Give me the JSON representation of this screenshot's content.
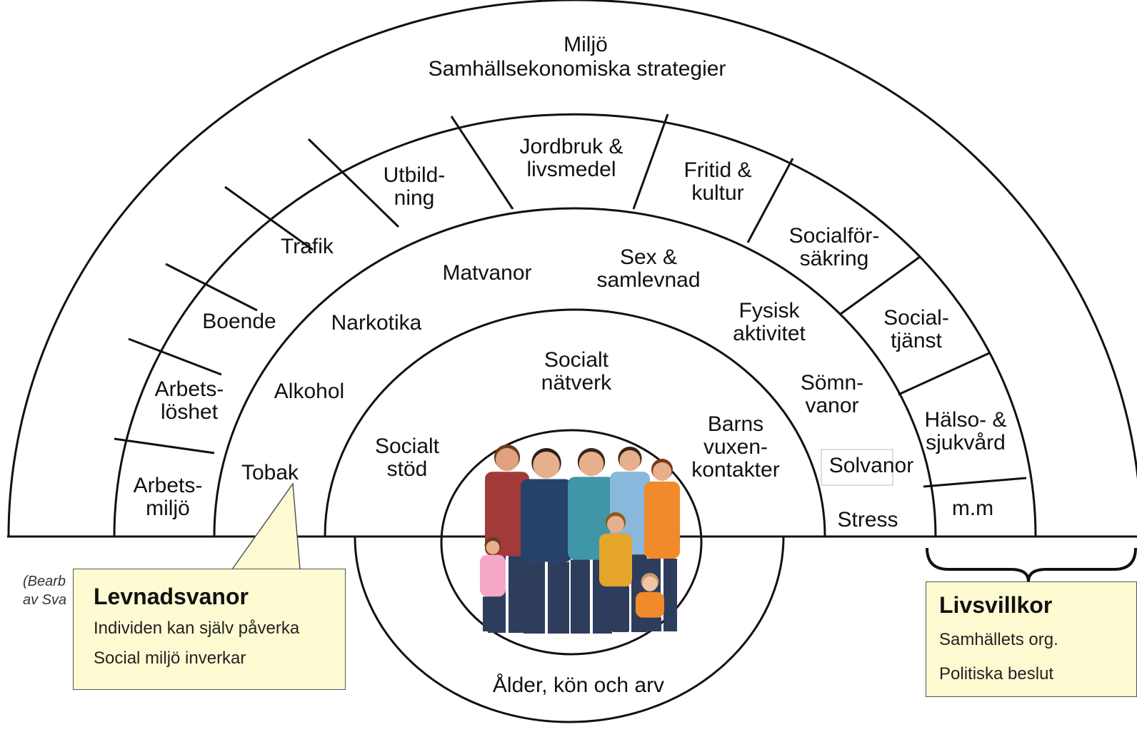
{
  "outer_arc": {
    "line1": "Miljö",
    "line2": "Samhällsekonomiska strategier"
  },
  "livsvillkor_segments": [
    [
      "Arbets-",
      "miljö"
    ],
    [
      "Arbets-",
      "löshet"
    ],
    [
      "Boende"
    ],
    [
      "Trafik"
    ],
    [
      "Utbild-",
      "ning"
    ],
    [
      "Jordbruk &",
      "livsmedel"
    ],
    [
      "Fritid &",
      "kultur"
    ],
    [
      "Socialför-",
      "säkring"
    ],
    [
      "Social-",
      "tjänst"
    ],
    [
      "Hälso- &",
      "sjukvård"
    ],
    [
      "m.m"
    ]
  ],
  "levnadsvanor_labels": [
    [
      "Tobak"
    ],
    [
      "Alkohol"
    ],
    [
      "Narkotika"
    ],
    [
      "Matvanor"
    ],
    [
      "Sex &",
      "samlevnad"
    ],
    [
      "Fysisk",
      "aktivitet"
    ],
    [
      "Sömn-",
      "vanor"
    ],
    [
      "Solvanor"
    ],
    [
      "Stress"
    ]
  ],
  "social_labels": [
    [
      "Socialt",
      "stöd"
    ],
    [
      "Socialt",
      "nätverk"
    ],
    [
      "Barns",
      "vuxen-",
      "kontakter"
    ]
  ],
  "core_label": "Ålder, kön och arv",
  "callout_left": {
    "title": "Levnadsvanor",
    "lines": [
      "Individen kan själv påverka",
      "Social miljö inverkar"
    ]
  },
  "callout_right": {
    "title": "Livsvillkor",
    "lines": [
      "Samhällets org.",
      "Politiska beslut"
    ]
  },
  "source_note": {
    "line1": "(Bearb",
    "line2": "av Sva"
  },
  "colors": {
    "callout_bg": "#fefbd3",
    "line": "#111111"
  }
}
